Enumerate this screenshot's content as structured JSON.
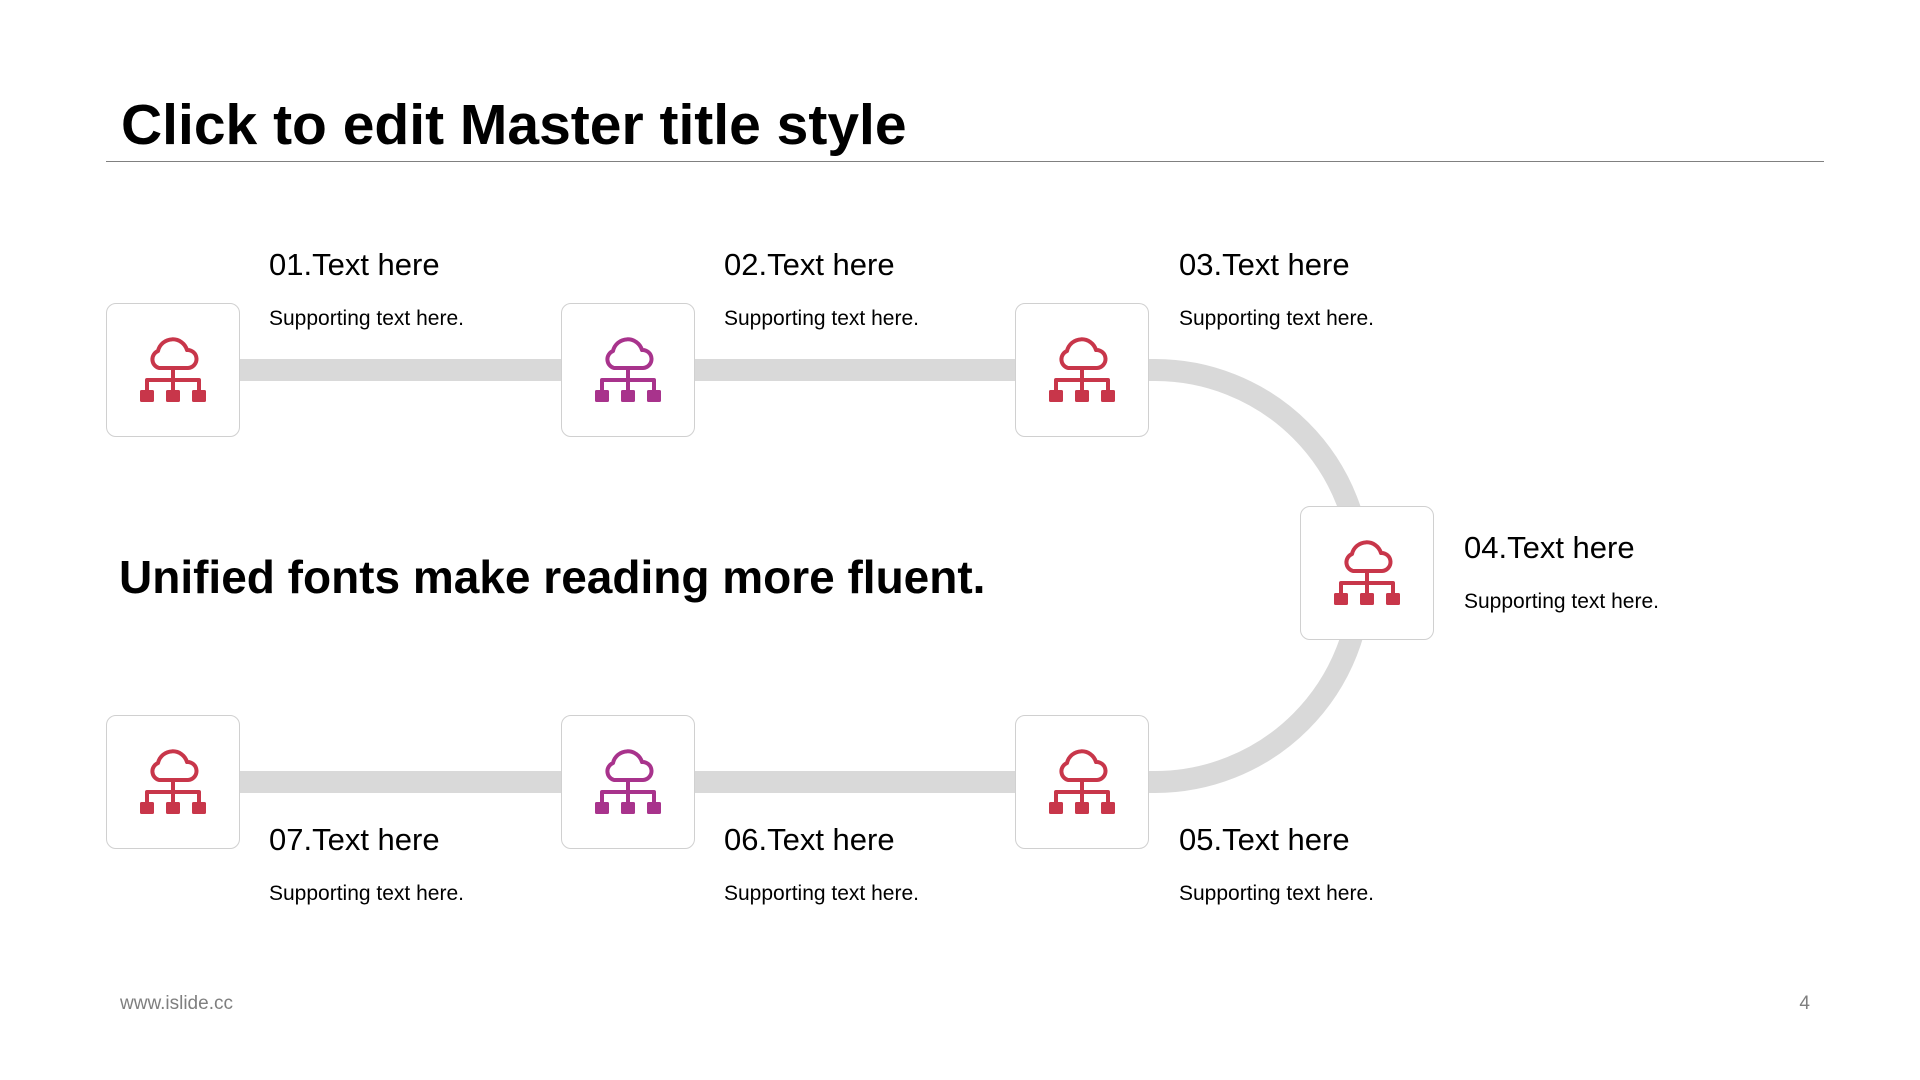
{
  "slide": {
    "title": "Click to edit Master title style",
    "tagline": "Unified fonts make reading more fluent.",
    "footer": {
      "website": "www.islide.cc",
      "page_number": "4"
    }
  },
  "colors": {
    "accent_red": "#c8364a",
    "accent_magenta": "#a8338c",
    "connector_gray": "#d9d9d9",
    "box_border": "#d0d0d0",
    "rule_gray": "#808080",
    "footer_gray": "#7f7f7f"
  },
  "icon_name": "cloud-network-icon",
  "steps": [
    {
      "heading": "01.Text here",
      "support": "Supporting text here.",
      "icon_color": "#c8364a"
    },
    {
      "heading": "02.Text here",
      "support": "Supporting text here.",
      "icon_color": "#a8338c"
    },
    {
      "heading": "03.Text here",
      "support": "Supporting text here.",
      "icon_color": "#c8364a"
    },
    {
      "heading": "04.Text here",
      "support": "Supporting text here.",
      "icon_color": "#c8364a"
    },
    {
      "heading": "05.Text here",
      "support": "Supporting text here.",
      "icon_color": "#c8364a"
    },
    {
      "heading": "06.Text here",
      "support": "Supporting text here.",
      "icon_color": "#a8338c"
    },
    {
      "heading": "07.Text here",
      "support": "Supporting text here.",
      "icon_color": "#c8364a"
    }
  ]
}
